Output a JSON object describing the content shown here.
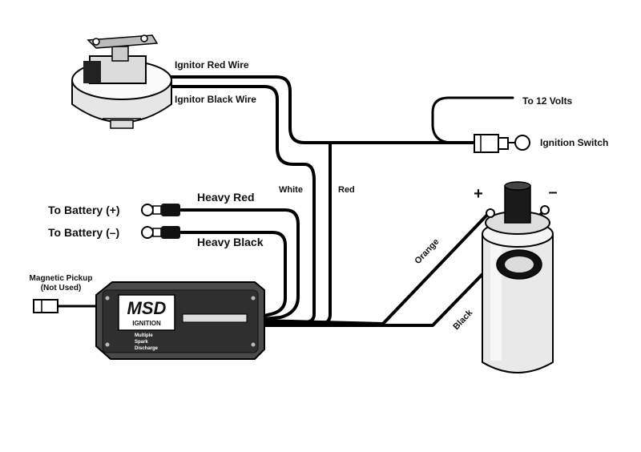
{
  "labels": {
    "ignitor_red_wire": "Ignitor Red Wire",
    "ignitor_black_wire": "Ignitor Black Wire",
    "to_12_volts": "To 12 Volts",
    "ignition_switch": "Ignition Switch",
    "white": "White",
    "red": "Red",
    "heavy_red": "Heavy Red",
    "heavy_black": "Heavy Black",
    "to_battery_pos": "To Battery (+)",
    "to_battery_neg": "To Battery (–)",
    "magnetic_pickup_line1": "Magnetic Pickup",
    "magnetic_pickup_line2": "(Not Used)",
    "orange": "Orange",
    "black": "Black",
    "coil_plus": "+",
    "coil_minus": "–"
  },
  "msd_box": {
    "logo_line1": "MSD",
    "logo_line2": "IGNITION",
    "caption_line1": "Multiple",
    "caption_line2": "Spark",
    "caption_line3": "Discharge"
  }
}
